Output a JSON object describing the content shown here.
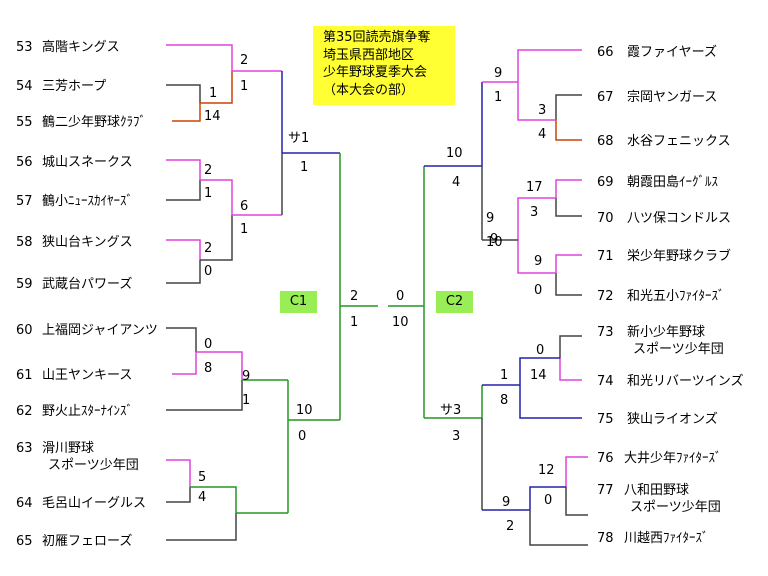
{
  "title": {
    "lines": [
      "第35回読売旗争奪",
      "埼玉県西部地区",
      "少年野球夏季大会",
      "（本大会の部）"
    ]
  },
  "colors": {
    "magenta": "#dd44dd",
    "orange": "#cc4400",
    "blue": "#2222aa",
    "green": "#229922",
    "dark": "#444444",
    "title_bg": "#ffff33",
    "group_bg": "#99ee55"
  },
  "groups": {
    "left": "C1",
    "right": "C2"
  },
  "final": {
    "left_score": "2",
    "left_score2": "1",
    "right_score": "0",
    "right_score2": "10"
  },
  "semis": {
    "left_label": "サ1",
    "left_label_score": "1",
    "right_label": "サ3",
    "right_label_score": "3"
  },
  "teams": [
    {
      "no": "53",
      "name": "高階キングス"
    },
    {
      "no": "54",
      "name": "三芳ホープ"
    },
    {
      "no": "55",
      "name": "鶴二少年野球ｸﾗﾌﾞ"
    },
    {
      "no": "56",
      "name": "城山スネークス"
    },
    {
      "no": "57",
      "name": "鶴小ﾆｭｰｽｶｲﾔｰｽﾞ"
    },
    {
      "no": "58",
      "name": "狭山台キングス"
    },
    {
      "no": "59",
      "name": "武蔵台パワーズ"
    },
    {
      "no": "60",
      "name": "上福岡ジャイアンツ"
    },
    {
      "no": "61",
      "name": "山王ヤンキース"
    },
    {
      "no": "62",
      "name": "野火止ｽﾀｰﾅｲﾝｽﾞ"
    },
    {
      "no": "63",
      "name": "滑川野球",
      "name2": "スポーツ少年団"
    },
    {
      "no": "64",
      "name": "毛呂山イーグルス"
    },
    {
      "no": "65",
      "name": "初雁フェローズ"
    },
    {
      "no": "66",
      "name": "霞ファイヤーズ"
    },
    {
      "no": "67",
      "name": "宗岡ヤンガース"
    },
    {
      "no": "68",
      "name": "水谷フェニックス"
    },
    {
      "no": "69",
      "name": "朝霞田島ｲｰｸﾞﾙｽ"
    },
    {
      "no": "70",
      "name": "八ツ保コンドルス"
    },
    {
      "no": "71",
      "name": "栄少年野球クラブ"
    },
    {
      "no": "72",
      "name": "和光五小ﾌｧｲﾀｰｽﾞ"
    },
    {
      "no": "73",
      "name": "新小少年野球",
      "name2": "スポーツ少年団"
    },
    {
      "no": "74",
      "name": "和光リバーツインズ"
    },
    {
      "no": "75",
      "name": "狭山ライオンズ"
    },
    {
      "no": "76",
      "name": "大井少年ﾌｧｲﾀｰｽﾞ"
    },
    {
      "no": "77",
      "name": "八和田野球",
      "name2": "スポーツ少年団"
    },
    {
      "no": "78",
      "name": "川越西ﾌｧｲﾀｰｽﾞ"
    }
  ],
  "scores": [
    "2",
    "1",
    "1",
    "14",
    "2",
    "1",
    "6",
    "1",
    "2",
    "0",
    "0",
    "8",
    "9",
    "1",
    "10",
    "0",
    "5",
    "4",
    "9",
    "1",
    "3",
    "4",
    "17",
    "3",
    "9",
    "10",
    "9",
    "0",
    "0",
    "14",
    "1",
    "8",
    "12",
    "0",
    "9",
    "2"
  ]
}
